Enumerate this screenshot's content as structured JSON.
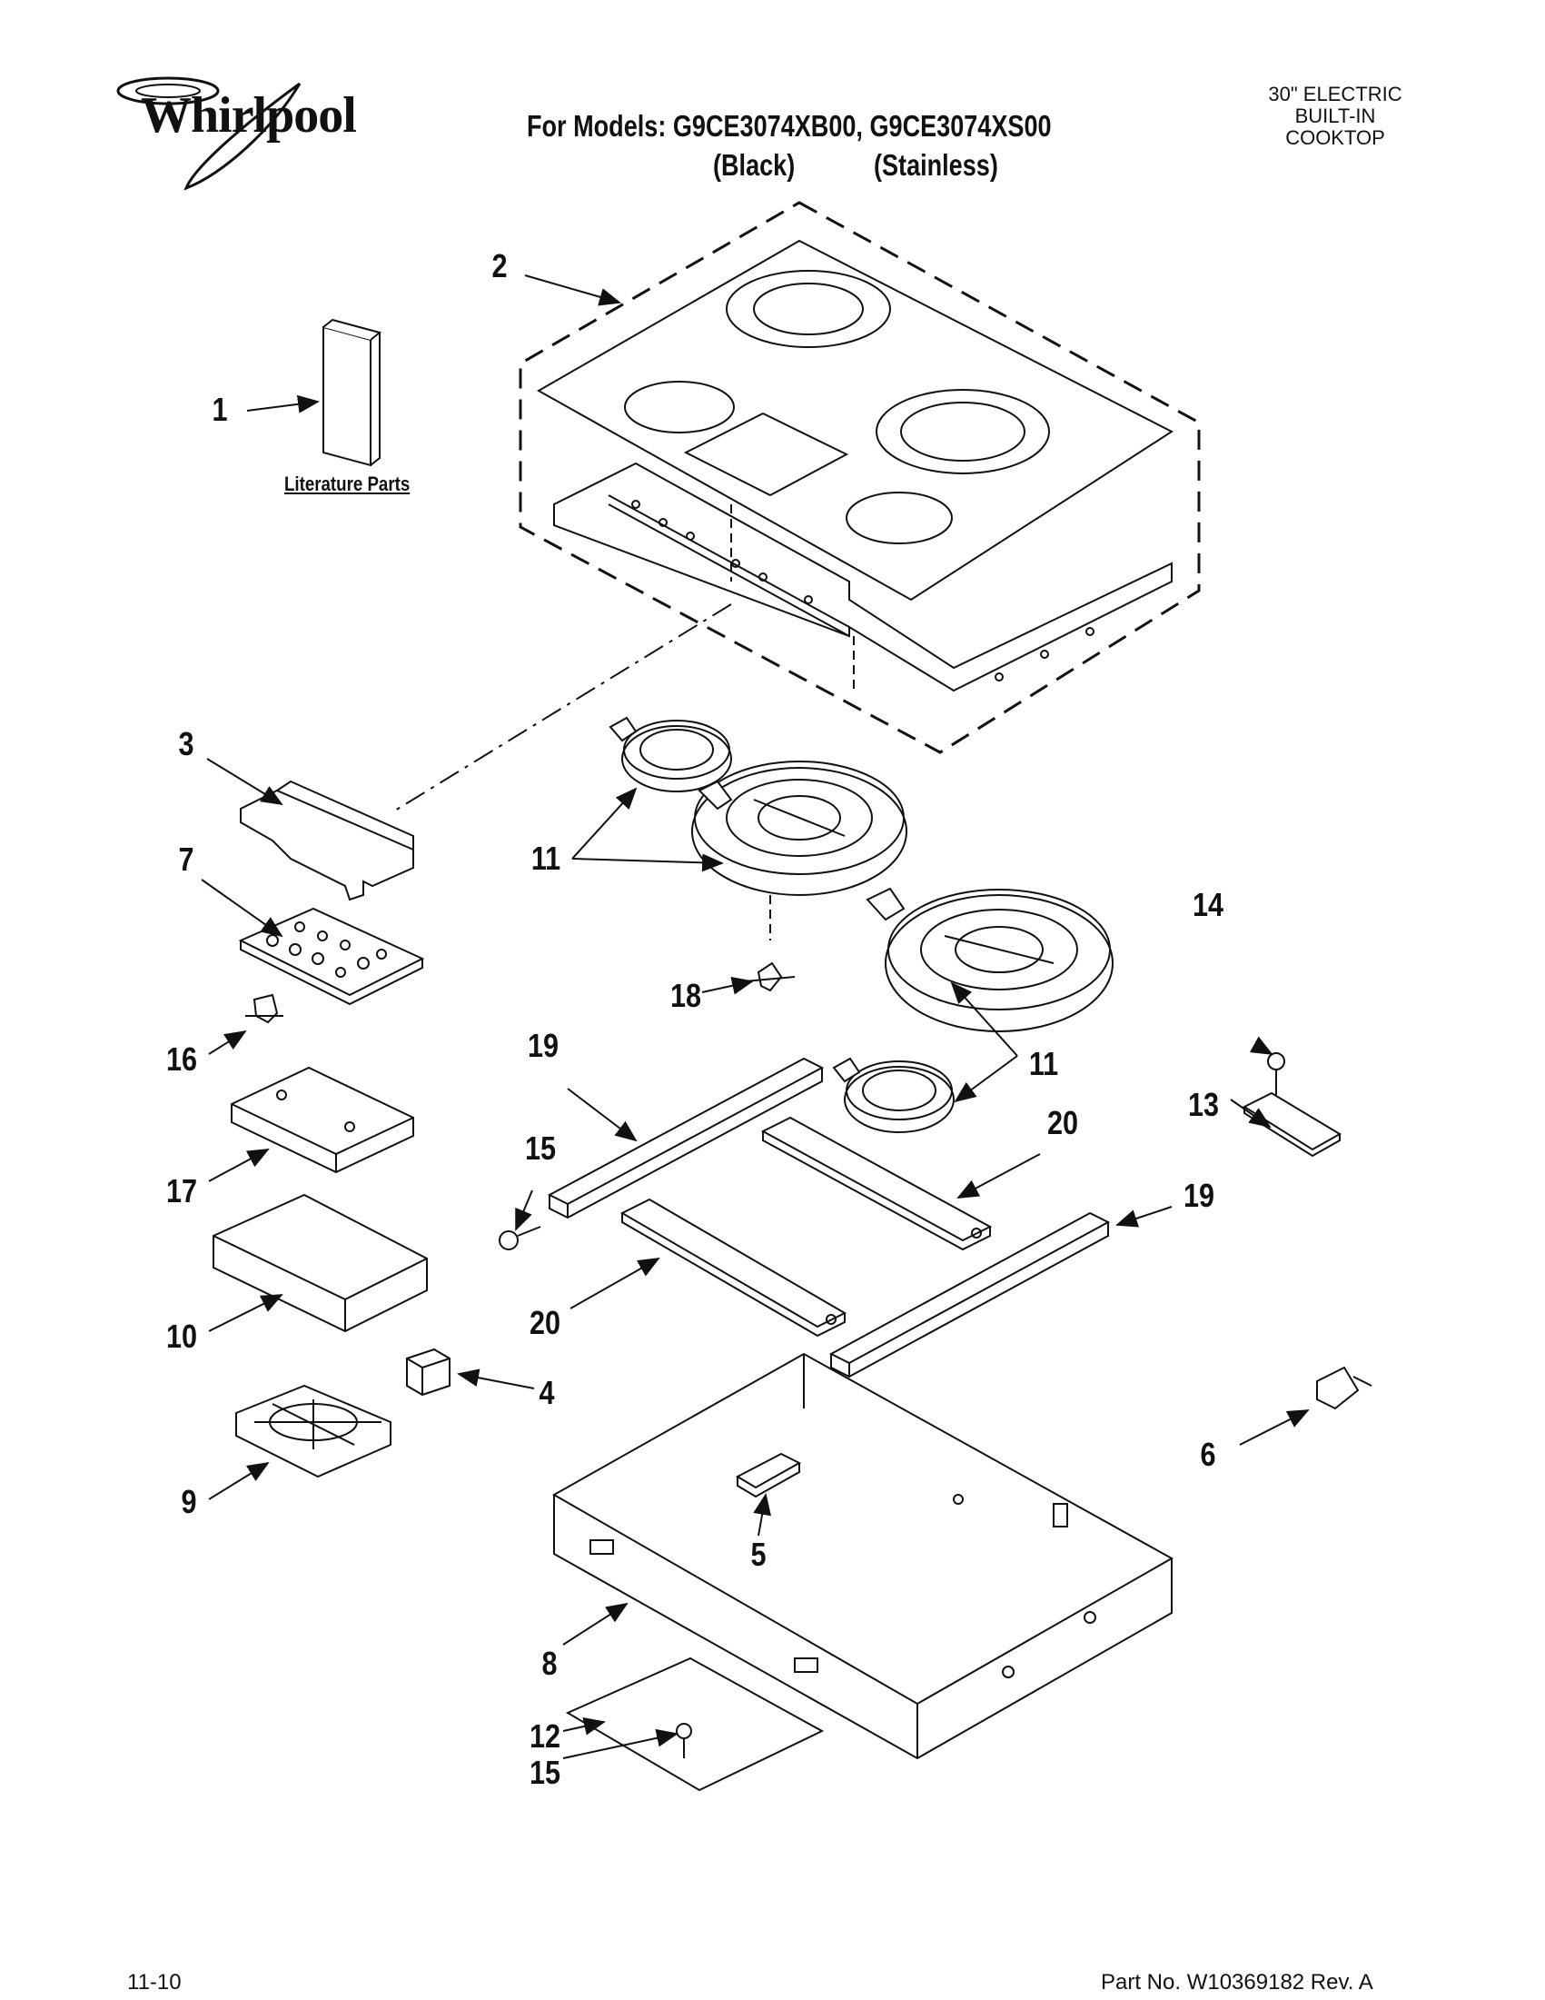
{
  "header": {
    "brand": "Whirlpool",
    "models_line": "For Models: G9CE3074XB00, G9CE3074XS00",
    "variant_black": "(Black)",
    "variant_stainless": "(Stainless)",
    "product_type": [
      "30\" ELECTRIC",
      "BUILT-IN",
      "COOKTOP"
    ]
  },
  "labels": {
    "literature_parts": "Literature Parts"
  },
  "callouts": [
    {
      "id": "c1",
      "text": "1"
    },
    {
      "id": "c2",
      "text": "2"
    },
    {
      "id": "c3",
      "text": "3"
    },
    {
      "id": "c7",
      "text": "7"
    },
    {
      "id": "c16",
      "text": "16"
    },
    {
      "id": "c17",
      "text": "17"
    },
    {
      "id": "c10",
      "text": "10"
    },
    {
      "id": "c9",
      "text": "9"
    },
    {
      "id": "c4",
      "text": "4"
    },
    {
      "id": "c11a",
      "text": "11"
    },
    {
      "id": "c18",
      "text": "18"
    },
    {
      "id": "c11b",
      "text": "11"
    },
    {
      "id": "c19a",
      "text": "19"
    },
    {
      "id": "c15a",
      "text": "15"
    },
    {
      "id": "c20a",
      "text": "20"
    },
    {
      "id": "c20b",
      "text": "20"
    },
    {
      "id": "c19b",
      "text": "19"
    },
    {
      "id": "c14",
      "text": "14"
    },
    {
      "id": "c13",
      "text": "13"
    },
    {
      "id": "c6",
      "text": "6"
    },
    {
      "id": "c5",
      "text": "5"
    },
    {
      "id": "c8",
      "text": "8"
    },
    {
      "id": "c12",
      "text": "12"
    },
    {
      "id": "c15b",
      "text": "15"
    }
  ],
  "footer": {
    "date_code": "11-10",
    "part_number": "Part No. W10369182 Rev. A"
  }
}
